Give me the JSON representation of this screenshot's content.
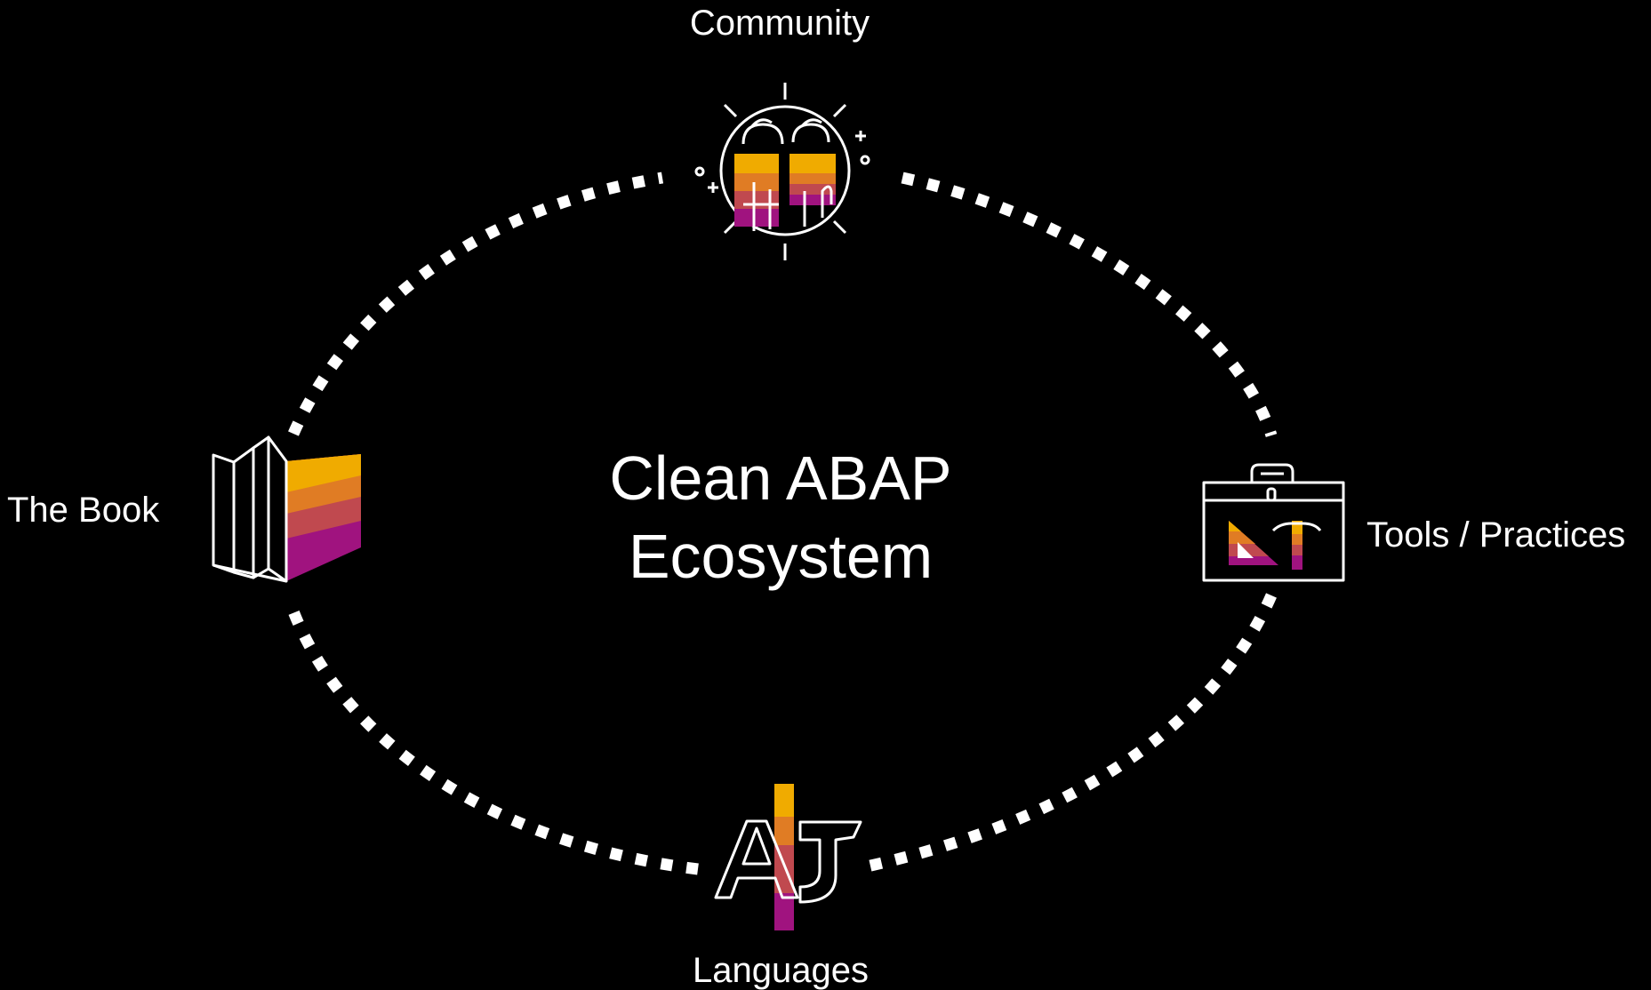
{
  "title": {
    "line1": "Clean ABAP",
    "line2": "Ecosystem"
  },
  "nodes": {
    "community": {
      "label": "Community",
      "icon": "community-hands-icon"
    },
    "book": {
      "label": "The Book",
      "icon": "open-book-icon"
    },
    "tools": {
      "label": "Tools / Practices",
      "icon": "toolbox-icon"
    },
    "languages": {
      "label": "Languages",
      "icon": "languages-glyph-icon"
    }
  },
  "colors": {
    "background": "#000000",
    "foreground": "#ffffff",
    "stripe_1": "#f0ab00",
    "stripe_2": "#e07c24",
    "stripe_3": "#c0494f",
    "stripe_4": "#a0137f"
  }
}
